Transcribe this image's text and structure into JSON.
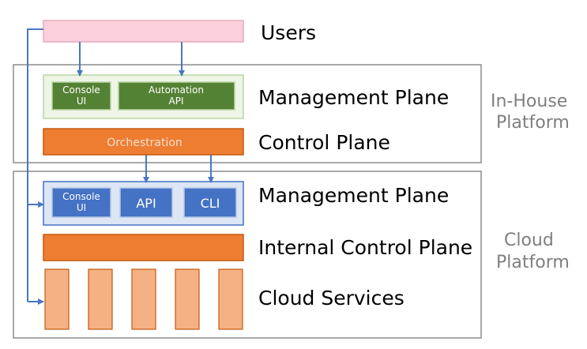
{
  "users": {
    "label": "Users",
    "fill": "#fbd0dc",
    "stroke": "#e9a9bb"
  },
  "in_house": {
    "platform_label_line1": "In-House",
    "platform_label_line2": "Platform",
    "management_plane": {
      "label": "Management Plane",
      "console_ui_line1": "Console",
      "console_ui_line2": "UI",
      "automation_api_line1": "Automation",
      "automation_api_line2": "API"
    },
    "control_plane": {
      "label": "Control Plane",
      "orchestration": "Orchestration"
    }
  },
  "cloud": {
    "platform_label_line1": "Cloud",
    "platform_label_line2": "Platform",
    "management_plane": {
      "label": "Management Plane",
      "console_ui_line1": "Console",
      "console_ui_line2": "UI",
      "api": "API",
      "cli": "CLI"
    },
    "internal_control_plane": {
      "label": "Internal Control Plane"
    },
    "cloud_services": {
      "label": "Cloud Services",
      "count": 5
    }
  },
  "colors": {
    "green_fill": "#548235",
    "green_stroke": "#b7d7a0",
    "green_panel": "#eef5e6",
    "blue_fill": "#4472c4",
    "blue_stroke": "#b4c7e7",
    "blue_panel": "#dce6f4",
    "orange_fill": "#ed7d31",
    "orange_stroke": "#c55a11",
    "peach_fill": "#f4b183",
    "peach_stroke": "#c55a11",
    "arrow": "#4a78c2",
    "frame": "#8c8c8c",
    "platform_text": "#7f7f7f"
  }
}
